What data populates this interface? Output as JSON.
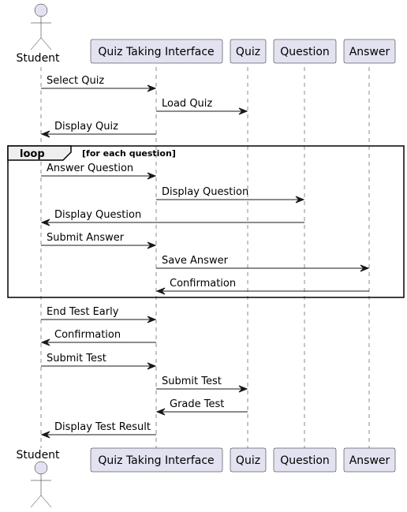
{
  "actor": {
    "name": "Student"
  },
  "participants": [
    {
      "key": "student",
      "label": "Student",
      "kind": "actor"
    },
    {
      "key": "qti",
      "label": "Quiz Taking Interface",
      "kind": "participant"
    },
    {
      "key": "quiz",
      "label": "Quiz",
      "kind": "participant"
    },
    {
      "key": "question",
      "label": "Question",
      "kind": "participant"
    },
    {
      "key": "answer",
      "label": "Answer",
      "kind": "participant"
    }
  ],
  "fragment": {
    "keyword": "loop",
    "condition": "[for each question]"
  },
  "messages": [
    {
      "from": "student",
      "to": "qti",
      "label": "Select Quiz"
    },
    {
      "from": "qti",
      "to": "quiz",
      "label": "Load Quiz"
    },
    {
      "from": "qti",
      "to": "student",
      "label": "Display Quiz"
    },
    {
      "from": "student",
      "to": "qti",
      "label": "Answer Question"
    },
    {
      "from": "qti",
      "to": "question",
      "label": "Display Question"
    },
    {
      "from": "question",
      "to": "student",
      "label": "Display Question"
    },
    {
      "from": "student",
      "to": "qti",
      "label": "Submit Answer"
    },
    {
      "from": "qti",
      "to": "answer",
      "label": "Save Answer"
    },
    {
      "from": "answer",
      "to": "qti",
      "label": "Confirmation"
    },
    {
      "from": "student",
      "to": "qti",
      "label": "End Test Early"
    },
    {
      "from": "qti",
      "to": "student",
      "label": "Confirmation"
    },
    {
      "from": "student",
      "to": "qti",
      "label": "Submit Test"
    },
    {
      "from": "qti",
      "to": "quiz",
      "label": "Submit Test"
    },
    {
      "from": "quiz",
      "to": "qti",
      "label": "Grade Test"
    },
    {
      "from": "qti",
      "to": "student",
      "label": "Display Test Result"
    }
  ]
}
